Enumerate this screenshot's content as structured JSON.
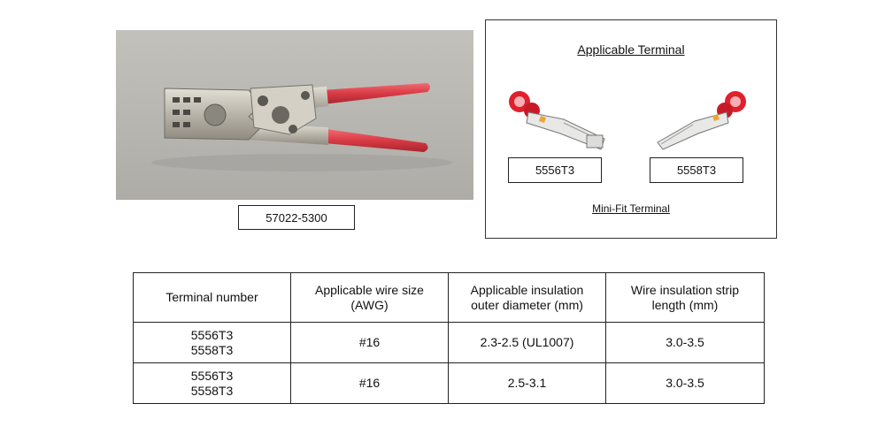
{
  "tool": {
    "part_number": "57022-5300"
  },
  "terminal_panel": {
    "title": "Applicable Terminal",
    "terminals": [
      "5556T3",
      "5558T3"
    ],
    "footer": "Mini-Fit Terminal"
  },
  "table": {
    "headers": [
      [
        "Terminal number"
      ],
      [
        "Applicable wire size",
        "(AWG)"
      ],
      [
        "Applicable insulation",
        "outer diameter (mm)"
      ],
      [
        "Wire insulation strip",
        "length (mm)"
      ]
    ],
    "rows": [
      {
        "terminals": [
          "5556T3",
          "5558T3"
        ],
        "wire_size": "#16",
        "insulation_diameter": "2.3-2.5 (UL1007)",
        "strip_length": "3.0-3.5"
      },
      {
        "terminals": [
          "5556T3",
          "5558T3"
        ],
        "wire_size": "#16",
        "insulation_diameter": "2.5-3.1",
        "strip_length": "3.0-3.5"
      }
    ]
  },
  "colors": {
    "handle_red": "#d83a44",
    "metal": "#c9c6bd",
    "photo_bg": "#b9b7b2"
  }
}
